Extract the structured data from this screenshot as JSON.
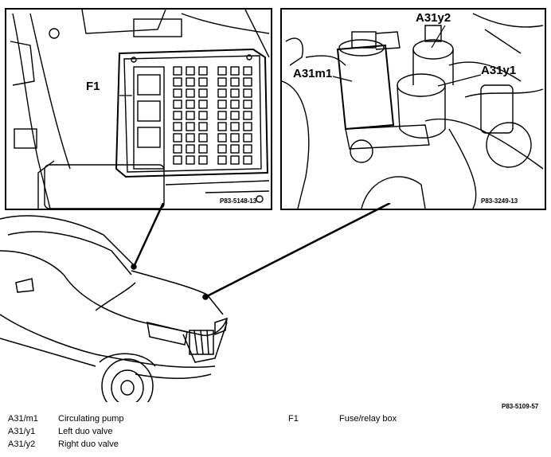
{
  "panels": {
    "left": {
      "callout": "F1",
      "ref": "P83-5148-13"
    },
    "right": {
      "callouts": {
        "a31m1": "A31m1",
        "a31y2": "A31y2",
        "a31y1": "A31y1"
      },
      "ref": "P83-3249-13"
    }
  },
  "figure_ref": "P83-5109-57",
  "legend": {
    "left": [
      {
        "code": "A31/m1",
        "desc": "Circulating pump"
      },
      {
        "code": "A31/y1",
        "desc": "Left duo valve"
      },
      {
        "code": "A31/y2",
        "desc": "Right duo valve"
      }
    ],
    "right": [
      {
        "code": "F1",
        "desc": "Fuse/relay box"
      }
    ]
  }
}
